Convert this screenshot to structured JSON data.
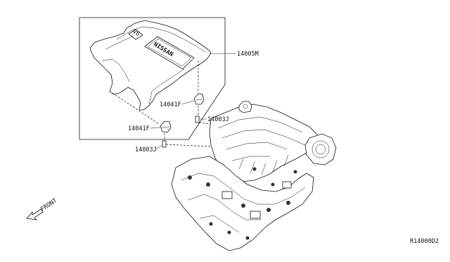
{
  "labels": {
    "engine_cover": "14005M",
    "clip_upper": "14041F",
    "clip_lower": "14041F",
    "bolt_right": "14003J",
    "bolt_left": "14003J",
    "cover_badge_v6": "V6",
    "cover_badge_brand": "NISSAN",
    "direction": "FRONT",
    "diagram_code": "R14000D2"
  }
}
